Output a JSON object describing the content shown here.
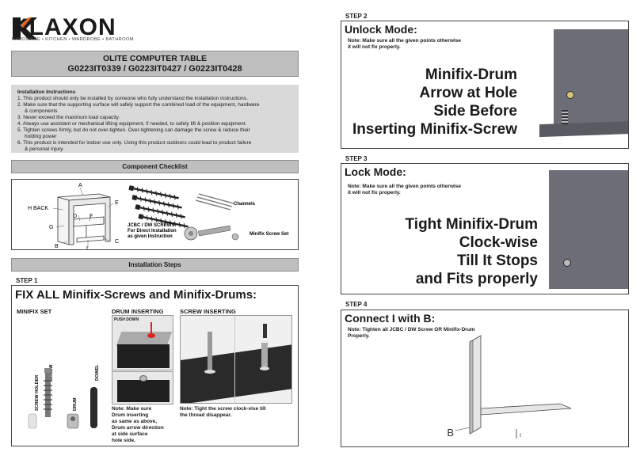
{
  "brand": {
    "name": "KLAXON",
    "tagline": "HARDWARE • KITCHEN • WARDROBE • BATHROOM",
    "accent_color": "#e2641d"
  },
  "product": {
    "name": "OLITE COMPUTER TABLE",
    "codes": "G0223IT0339 / G0223IT0427 / G0223IT0428"
  },
  "instructions": {
    "title": "Installation Instructions",
    "items": [
      "1. This product should only be installed by someone who fully understand the installation instructions.",
      "2. Make sure that the supporting surface will safely support the combined load of the equipment, hardware",
      "& components",
      "3. Never exceed the maximum load capacity.",
      "4. Always use assistant or mechanical lifting equipment, if needed, to safely lift & position equipment.",
      "5. Tighten screws firmly, but do not over-tighten. Over-tightening can damage the screw & reduce their",
      "holding power",
      "6. This product is intended for indoor use only. Using this product outdoors could lead to product failure",
      "& personal injury."
    ]
  },
  "checklist": {
    "title": "Component Checklist",
    "labels": {
      "a": "A",
      "b": "B",
      "c": "C",
      "d": "D",
      "e": "E",
      "f": "F",
      "g": "G",
      "i": "I",
      "h_back": "H BACK",
      "screws": "JCBC / DW SCREWS",
      "screws_note1": "For Direct Installation",
      "screws_note2": "as given Instruction",
      "channels": "Channels",
      "minifix_set": "Minifix Screw Set"
    }
  },
  "installation_steps_title": "Installation Steps",
  "step1": {
    "label": "STEP 1",
    "heading": "FIX ALL Minifix-Screws and Minifix-Drums:",
    "minifix_set": "MINIFIX SET",
    "drum_inserting": "DRUM INSERTING",
    "screw_inserting": "SCREW INSERTING",
    "push_down": "PUSH DOWN",
    "part_screw_holder": "SCREW HOLDER",
    "part_screw": "SCREW",
    "part_drum": "DRUM",
    "part_dowel": "DOWEL",
    "drum_note": [
      "Note: Make sure",
      "Drum inserting",
      "as same as above,",
      "Drum arrow direction",
      "at side surface",
      "hole side."
    ],
    "screw_note": [
      "Note: Tight the screw clock-vise till",
      "the thread disappear."
    ]
  },
  "step2": {
    "label": "STEP 2",
    "title": "Unlock Mode:",
    "note": [
      "Note: Make sure all the given points otherwise",
      "it will not fix properly."
    ],
    "lines": [
      "Minifix-Drum",
      "Arrow at Hole",
      "Side Before",
      "Inserting Minifix-Screw"
    ]
  },
  "step3": {
    "label": "STEP 3",
    "title": "Lock Mode:",
    "note": [
      "Note: Make sure all the given points otherwise",
      "it will not fix properly."
    ],
    "lines": [
      "Tight Minifix-Drum",
      "Clock-wise",
      "Till It Stops",
      "and Fits properly"
    ]
  },
  "step4": {
    "label": "STEP 4",
    "title": "Connect I with B:",
    "note": [
      "Note: Tighten all JCBC / DW Screw OR Minifix-Drum",
      "Properly."
    ],
    "b_label": "B",
    "i_label": "I"
  }
}
